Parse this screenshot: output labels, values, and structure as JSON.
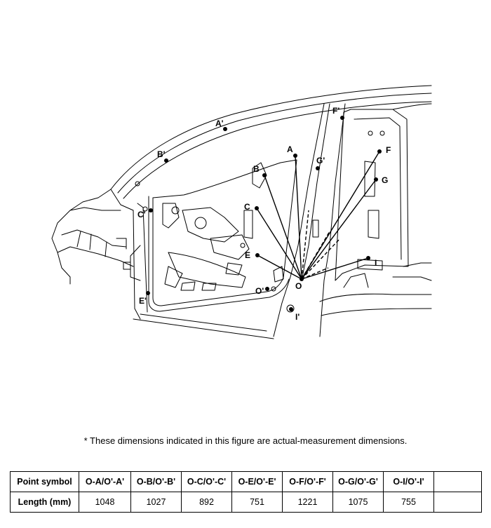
{
  "points": {
    "A": "A",
    "A_prime": "A'",
    "B": "B",
    "B_prime": "B'",
    "C": "C",
    "C_prime": "C'",
    "E": "E",
    "E_prime": "E'",
    "F": "F",
    "F_prime": "F'",
    "G": "G",
    "G_prime": "G'",
    "I": "I",
    "I_prime": "I'",
    "O": "O",
    "O_prime": "O'"
  },
  "note": "*  These dimensions indicated in this figure are actual-measurement dimensions.",
  "table": {
    "row_header_symbol": "Point symbol",
    "row_header_length": "Length (mm)",
    "columns": [
      {
        "symbol": "O-A/O'-A'",
        "length": "1048"
      },
      {
        "symbol": "O-B/O'-B'",
        "length": "1027"
      },
      {
        "symbol": "O-C/O'-C'",
        "length": "892"
      },
      {
        "symbol": "O-E/O'-E'",
        "length": "751"
      },
      {
        "symbol": "O-F/O'-F'",
        "length": "1221"
      },
      {
        "symbol": "O-G/O'-G'",
        "length": "1075"
      },
      {
        "symbol": "O-I/O'-I'",
        "length": "755"
      },
      {
        "symbol": "",
        "length": ""
      }
    ]
  }
}
